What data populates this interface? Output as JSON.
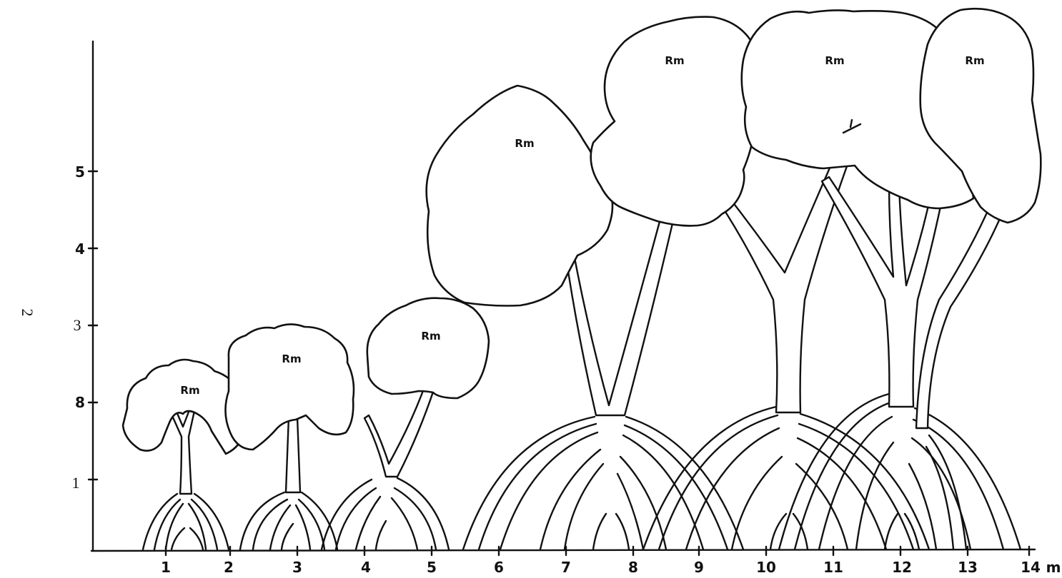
{
  "diagram": {
    "y_axis": {
      "ticks": [
        "1",
        "8",
        "3",
        "4",
        "5"
      ],
      "side_mark": "2"
    },
    "x_axis": {
      "ticks": [
        "1",
        "2",
        "3",
        "4",
        "5",
        "6",
        "7",
        "8",
        "9",
        "10",
        "11",
        "12",
        "13",
        "14"
      ],
      "unit": "m"
    },
    "trees": [
      {
        "label": "Rm"
      },
      {
        "label": "Rm"
      },
      {
        "label": "Rm"
      },
      {
        "label": "Rm"
      },
      {
        "label": "Rm"
      },
      {
        "label": "Rm"
      },
      {
        "label": "Rm"
      }
    ]
  }
}
